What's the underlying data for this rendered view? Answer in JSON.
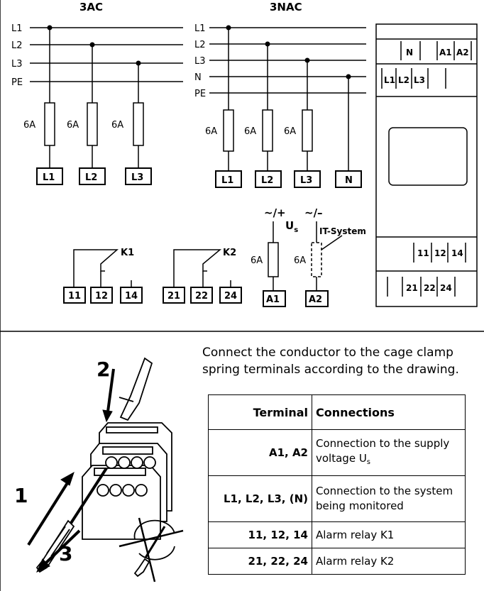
{
  "wiring": {
    "title_3ac": "3AC",
    "title_3nac": "3NAC",
    "lines_3ac": [
      "L1",
      "L2",
      "L3",
      "PE"
    ],
    "lines_3nac": [
      "L1",
      "L2",
      "L3",
      "N",
      "PE"
    ],
    "fuse_rating": "6A",
    "terminals_3ac": [
      "L1",
      "L2",
      "L3"
    ],
    "terminals_3nac": [
      "L1",
      "L2",
      "L3",
      "N"
    ]
  },
  "relays": {
    "k1": {
      "label": "K1",
      "terminals": [
        "11",
        "12",
        "14"
      ]
    },
    "k2": {
      "label": "K2",
      "terminals": [
        "21",
        "22",
        "24"
      ]
    }
  },
  "supply": {
    "plus_label": "~/+",
    "minus_label": "~/–",
    "us_main": "U",
    "us_sub": "s",
    "it_system": "IT-System",
    "fuse": "6A",
    "terminals": [
      "A1",
      "A2"
    ]
  },
  "device": {
    "top_row": [
      "N",
      "A1",
      "A2"
    ],
    "second_row": [
      "L1",
      "L2",
      "L3"
    ],
    "relay_row_1": [
      "11",
      "12",
      "14"
    ],
    "relay_row_2": [
      "21",
      "22",
      "24"
    ]
  },
  "install_steps": [
    "1",
    "2",
    "3"
  ],
  "instruction": "Connect the conductor to the cage clamp spring terminals according to the drawing.",
  "table": {
    "headers": [
      "Terminal",
      "Connections"
    ],
    "rows": [
      {
        "terminal": "A1, A2",
        "connection": "Connection to the sup­ply voltage U",
        "connection_sub": "s"
      },
      {
        "terminal": "L1, L2, L3, (N)",
        "connection": "Connection to the sys­tem being monitored"
      },
      {
        "terminal": "11, 12, 14",
        "connection": "Alarm relay K1"
      },
      {
        "terminal": "21, 22, 24",
        "connection": "Alarm relay K2"
      }
    ]
  }
}
